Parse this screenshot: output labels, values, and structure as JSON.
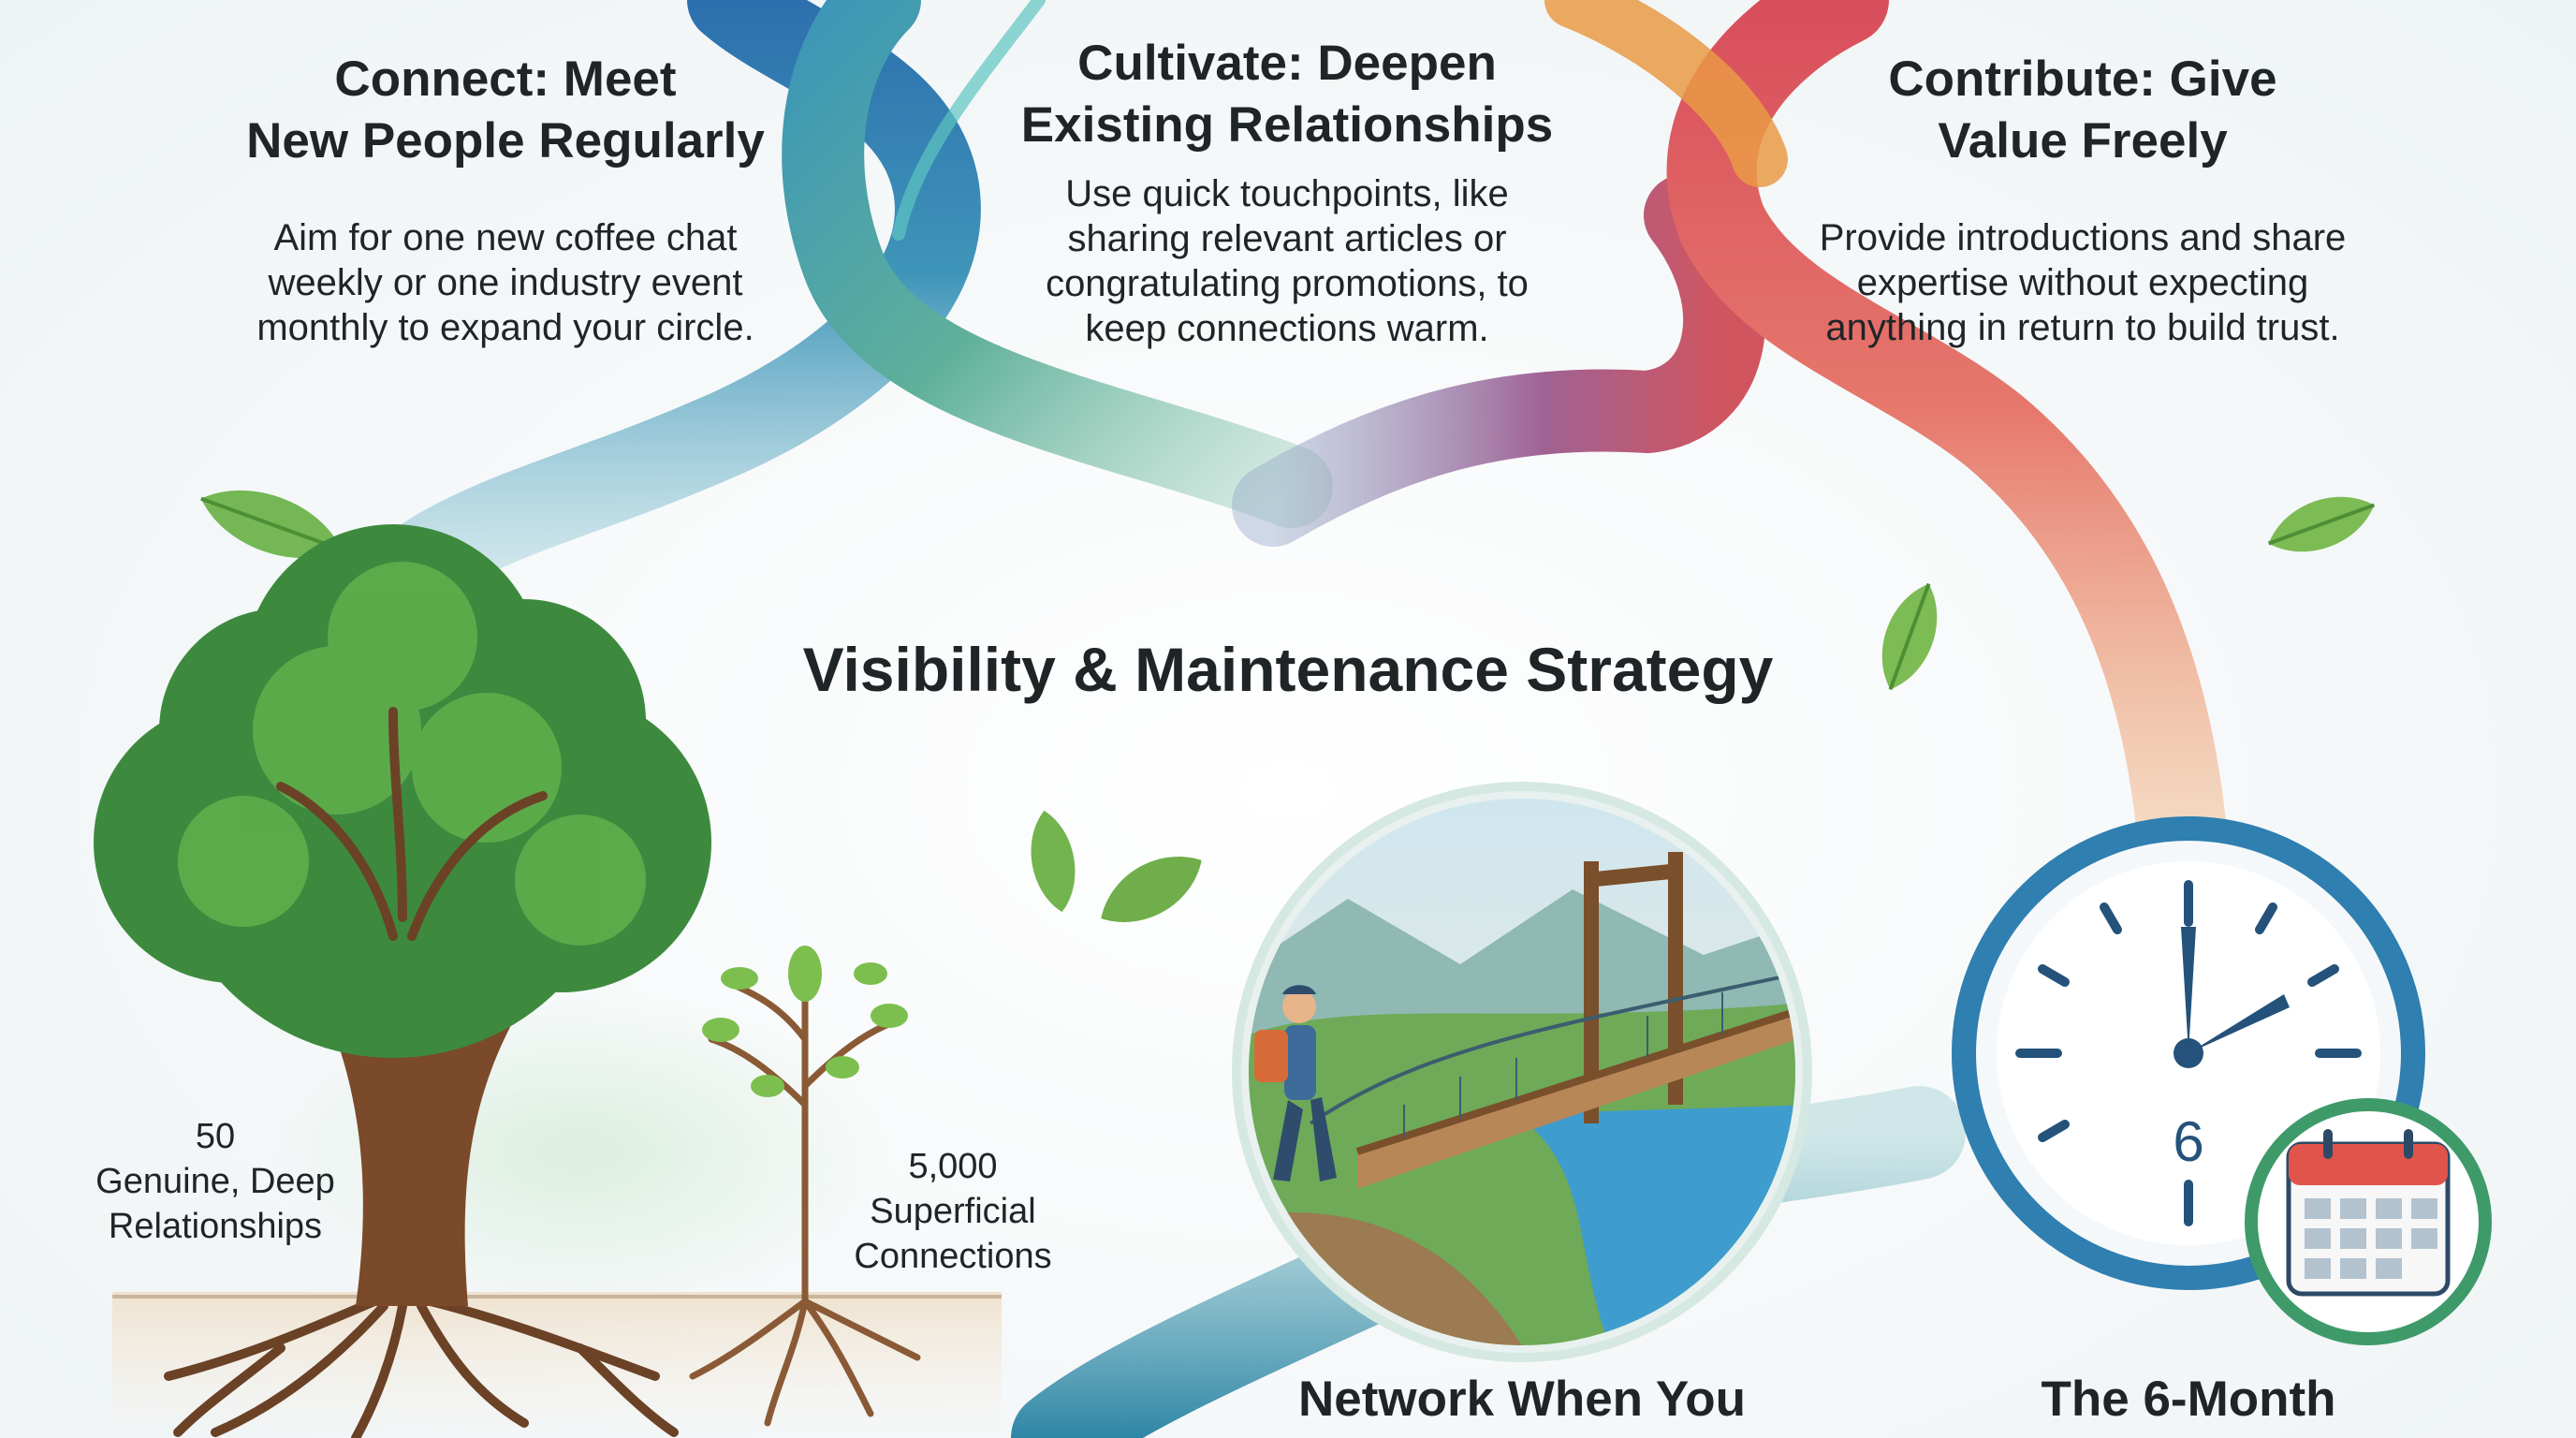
{
  "columns": [
    {
      "heading": [
        "Connect: Meet",
        "New People Regularly"
      ],
      "body": [
        "Aim for one new coffee chat",
        "weekly or one industry event",
        "monthly to expand your circle."
      ]
    },
    {
      "heading": [
        "Cultivate: Deepen",
        "Existing Relationships"
      ],
      "body": [
        "Use quick touchpoints, like",
        "sharing relevant articles or",
        "congratulating promotions, to",
        "keep connections warm."
      ]
    },
    {
      "heading": [
        "Contribute: Give",
        "Value Freely"
      ],
      "body": [
        "Provide introductions and share",
        "expertise without expecting",
        "anything in return to build trust."
      ]
    }
  ],
  "strategy": {
    "title": "Visibility & Maintenance Strategy",
    "deep_label": [
      "50",
      "Genuine, Deep",
      "Relationships"
    ],
    "shallow_label": [
      "5,000",
      "Superficial",
      "Connections"
    ],
    "bridge_caption": "Network When You",
    "clock_caption": "The 6-Month",
    "clock_face_number": "6"
  },
  "colors": {
    "ribbon_blue": "#3f8fb5",
    "ribbon_teal": "#4aa5a0",
    "ribbon_red": "#d2545e",
    "ribbon_orange": "#eb9a6e",
    "leaf_green": "#6cb24a",
    "clock_ring": "#2f7fb0",
    "calendar_red": "#e0544b",
    "calendar_green": "#3f9a6a"
  },
  "icons": [
    "leaf-icon",
    "tree-icon",
    "sapling-icon",
    "bridge-hiker-icon",
    "clock-icon",
    "calendar-icon"
  ]
}
